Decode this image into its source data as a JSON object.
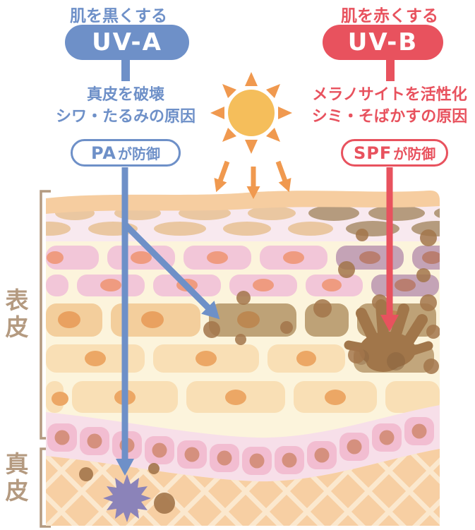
{
  "uva": {
    "tagline": "肌を黒くする",
    "label": "UV-A",
    "effect_line1": "真皮を破壊",
    "effect_line2": "シワ・たるみの原因",
    "defense_strong": "PA",
    "defense_rest": "が防御"
  },
  "uvb": {
    "tagline": "肌を赤くする",
    "label": "UV-B",
    "effect_line1": "メラノサイトを活性化",
    "effect_line2": "シミ・そばかすの原因",
    "defense_strong": "SPF",
    "defense_rest": "が防御"
  },
  "skin_layers": {
    "epidermis": "表皮",
    "dermis": "真皮"
  },
  "icons": {
    "sun": "sun-icon",
    "uv_rays": "uv-ray-arrows",
    "melanocyte": "melanocyte",
    "melanin": "melanin-granules",
    "damaged_cell": "damaged-dermis-cell-starburst"
  },
  "colors": {
    "uva_blue": "#6E90C8",
    "uvb_red": "#E8525E",
    "sun_yellow": "#F5BE5B",
    "sun_ray_orange": "#F0994F",
    "bracket_tan": "#B49A80",
    "melanin_brown": "#A3764B",
    "melanocyte_brown": "#A1764A",
    "damage_purple": "#8B83B9"
  }
}
